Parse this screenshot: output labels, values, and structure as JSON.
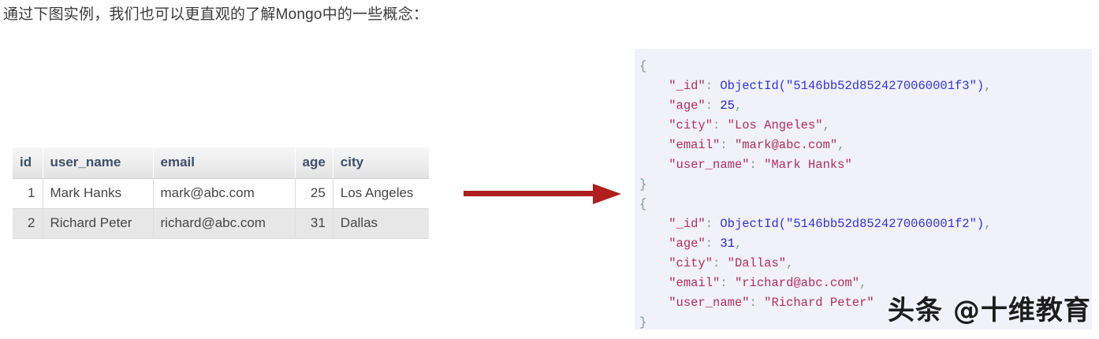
{
  "intro": {
    "text": "通过下图实例，我们也可以更直观的了解Mongo中的一些概念："
  },
  "sql_table": {
    "columns": [
      {
        "key": "id",
        "label": "id",
        "align": "right"
      },
      {
        "key": "user_name",
        "label": "user_name",
        "align": "left"
      },
      {
        "key": "email",
        "label": "email",
        "align": "left"
      },
      {
        "key": "age",
        "label": "age",
        "align": "right"
      },
      {
        "key": "city",
        "label": "city",
        "align": "left"
      }
    ],
    "rows": [
      {
        "id": "1",
        "user_name": "Mark Hanks",
        "email": "mark@abc.com",
        "age": "25",
        "city": "Los Angeles"
      },
      {
        "id": "2",
        "user_name": "Richard Peter",
        "email": "richard@abc.com",
        "age": "31",
        "city": "Dallas"
      }
    ]
  },
  "arrow": {
    "name": "converts-to-arrow",
    "color": "#b01e1e",
    "direction": "right"
  },
  "json_panel": {
    "background": "#f1f1fb",
    "documents": [
      {
        "open_brace": "{",
        "close_brace": "}",
        "fields": [
          {
            "key": "\"_id\"",
            "value": "ObjectId(\"5146bb52d8524270060001f3\")",
            "type": "objectid",
            "comma": ","
          },
          {
            "key": "\"age\"",
            "value": "25",
            "type": "number",
            "comma": ","
          },
          {
            "key": "\"city\"",
            "value": "\"Los Angeles\"",
            "type": "string",
            "comma": ","
          },
          {
            "key": "\"email\"",
            "value": "\"mark@abc.com\"",
            "type": "string",
            "comma": ","
          },
          {
            "key": "\"user_name\"",
            "value": "\"Mark Hanks\"",
            "type": "string",
            "comma": ""
          }
        ]
      },
      {
        "open_brace": "{",
        "close_brace": "}",
        "fields": [
          {
            "key": "\"_id\"",
            "value": "ObjectId(\"5146bb52d8524270060001f2\")",
            "type": "objectid",
            "comma": ","
          },
          {
            "key": "\"age\"",
            "value": "31",
            "type": "number",
            "comma": ","
          },
          {
            "key": "\"city\"",
            "value": "\"Dallas\"",
            "type": "string",
            "comma": ","
          },
          {
            "key": "\"email\"",
            "value": "\"richard@abc.com\"",
            "type": "string",
            "comma": ","
          },
          {
            "key": "\"user_name\"",
            "value": "\"Richard Peter\"",
            "type": "string",
            "comma": ""
          }
        ]
      }
    ]
  },
  "watermark": {
    "text": "头条 @十维教育"
  }
}
